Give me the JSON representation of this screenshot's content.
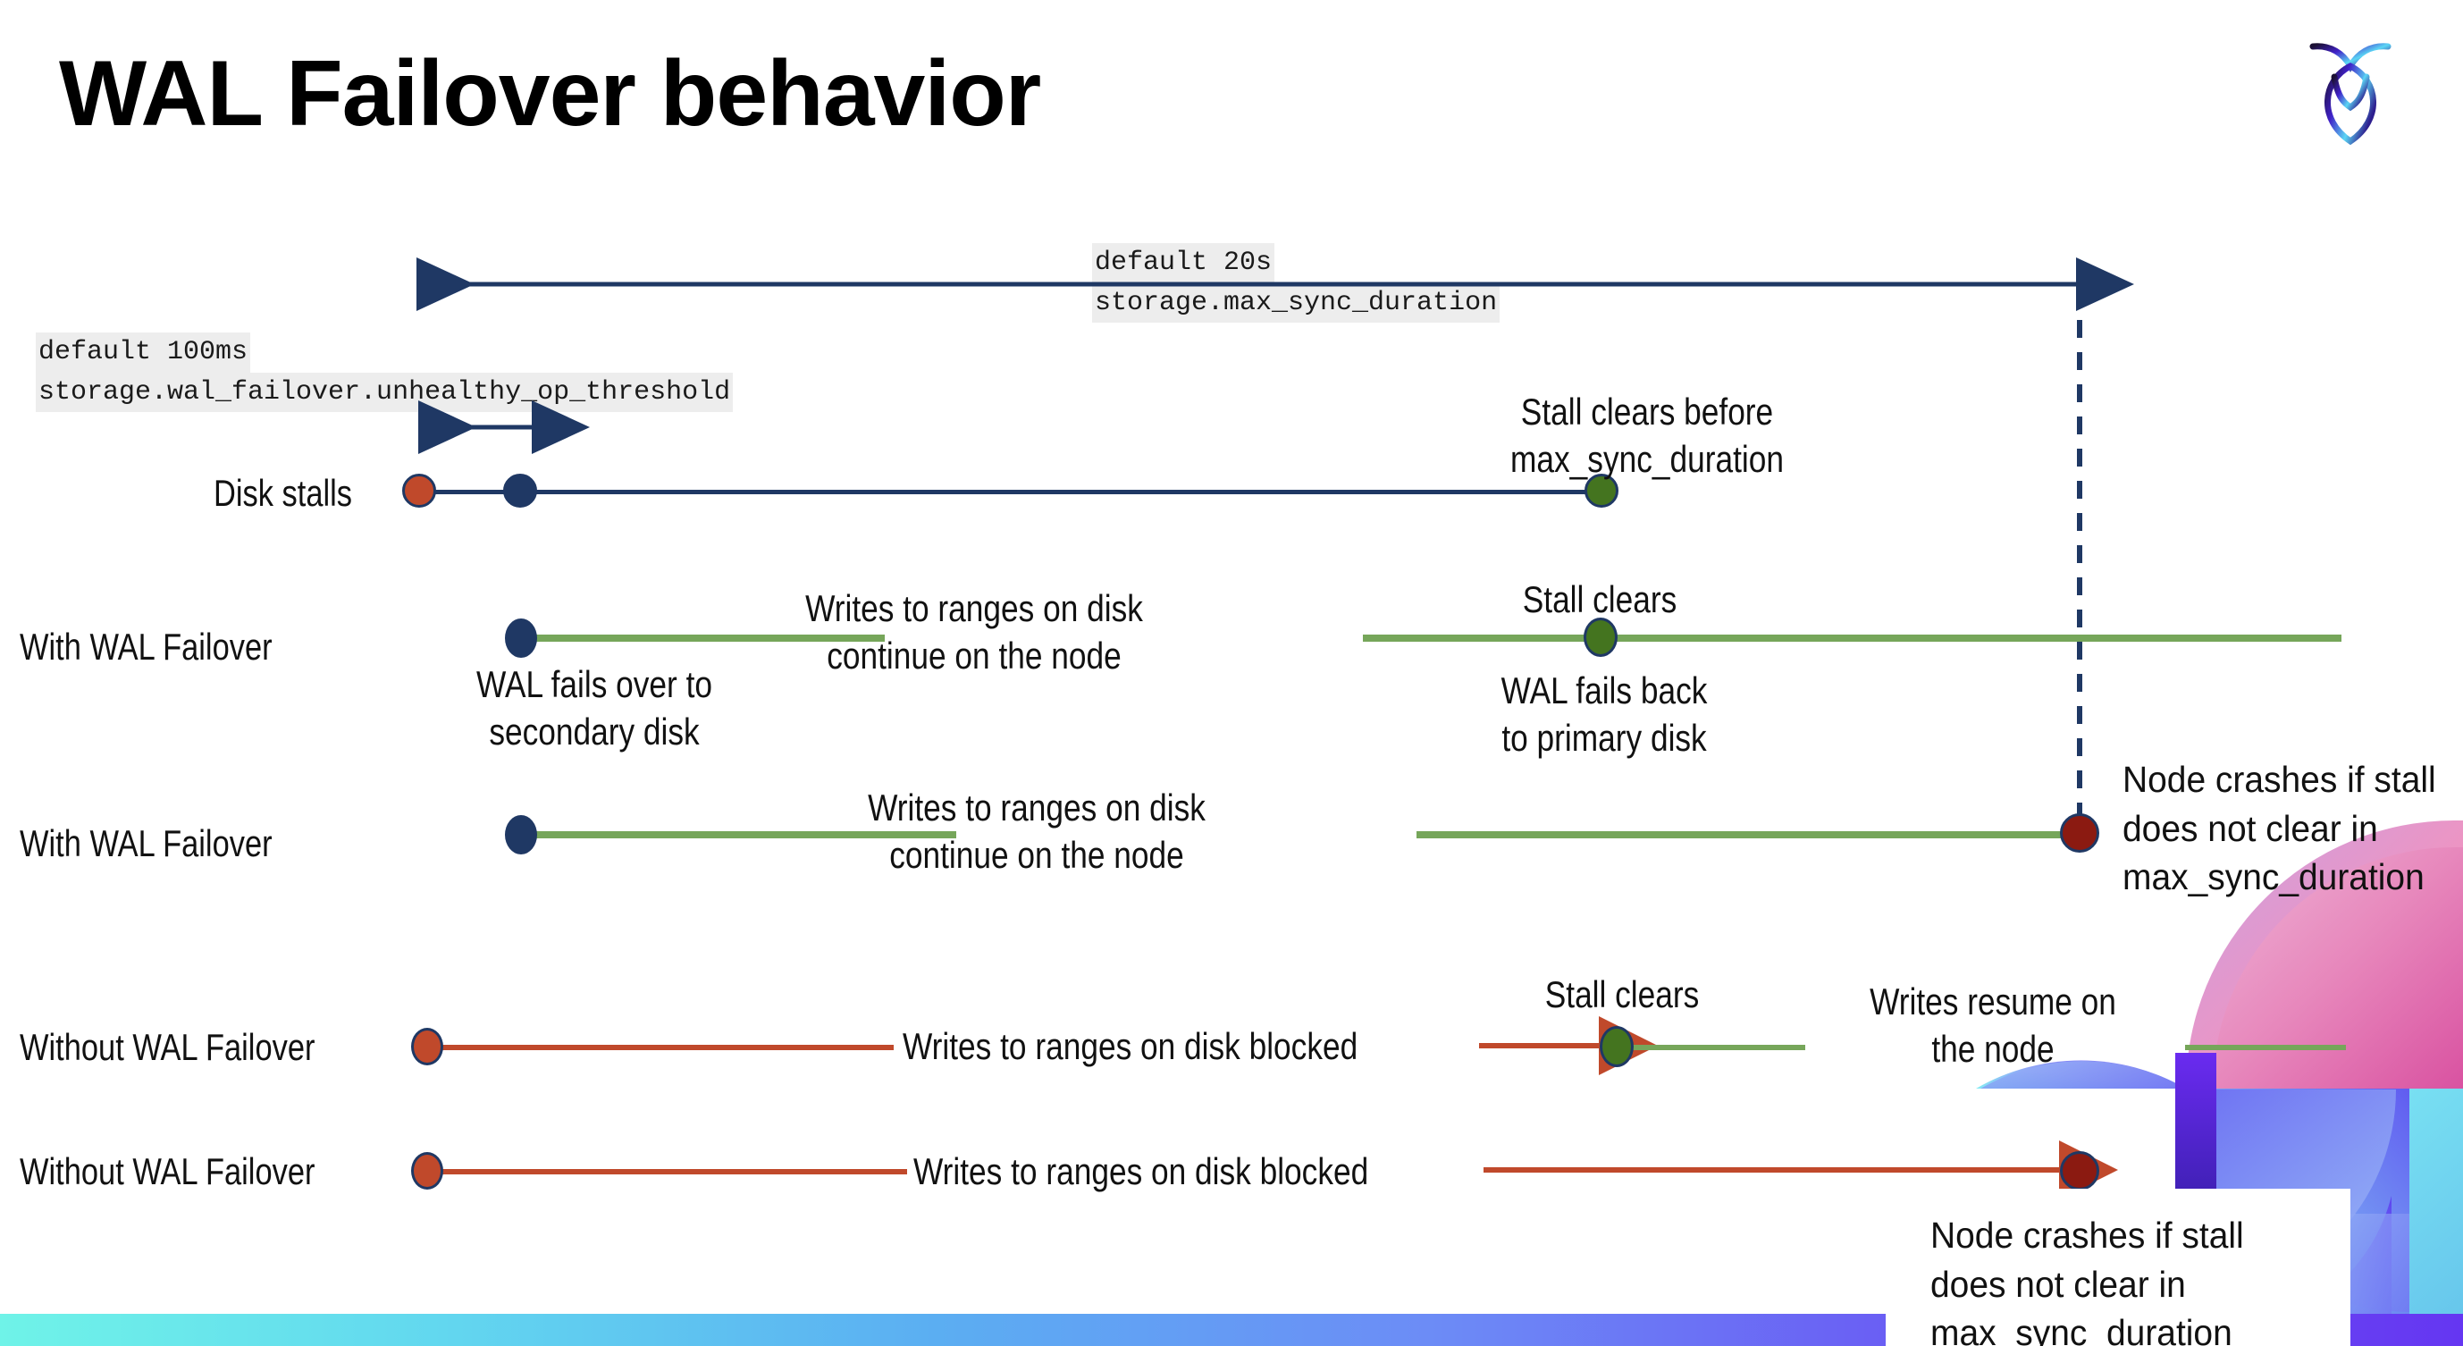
{
  "slide": {
    "title": "WAL Failover behavior",
    "logo_name": "cockroachdb-logo"
  },
  "settings": {
    "max_sync": {
      "default_label": "default 20s",
      "setting_name": "storage.max_sync_duration"
    },
    "unhealthy_threshold": {
      "default_label": "default 100ms",
      "setting_name": "storage.wal_failover.unhealthy_op_threshold"
    }
  },
  "rows": [
    {
      "label": "Disk stalls",
      "annotations": [
        "Stall clears before\nmax_sync_duration"
      ]
    },
    {
      "label": "With WAL Failover",
      "annotations": [
        "WAL fails over to\nsecondary disk",
        "Writes to ranges on disk\ncontinue on the node",
        "Stall clears",
        "WAL fails  back\nto primary disk"
      ]
    },
    {
      "label": "With WAL Failover",
      "annotations": [
        "Writes to ranges on disk\ncontinue on the node",
        "Node crashes if stall\ndoes not clear in\nmax_sync_duration"
      ]
    },
    {
      "label": "Without WAL Failover",
      "annotations": [
        "Writes to ranges on disk  blocked",
        "Stall clears",
        "Writes resume on\nthe node"
      ]
    },
    {
      "label": "Without WAL Failover",
      "annotations": [
        "Writes to ranges on disk  blocked",
        "Node crashes if stall\ndoes not clear in\nmax_sync_duration"
      ]
    }
  ],
  "colors": {
    "navy": "#1F3864",
    "green_line": "#76A65A",
    "green_dot": "#44741F",
    "red_line": "#C0492B",
    "red_dot": "#C0492B",
    "dark_red_dot": "#8B1A11",
    "code_chip_bg": "#EDEDED",
    "bottom_bar_start": "#6FF3E8",
    "bottom_bar_end": "#6536F2"
  }
}
